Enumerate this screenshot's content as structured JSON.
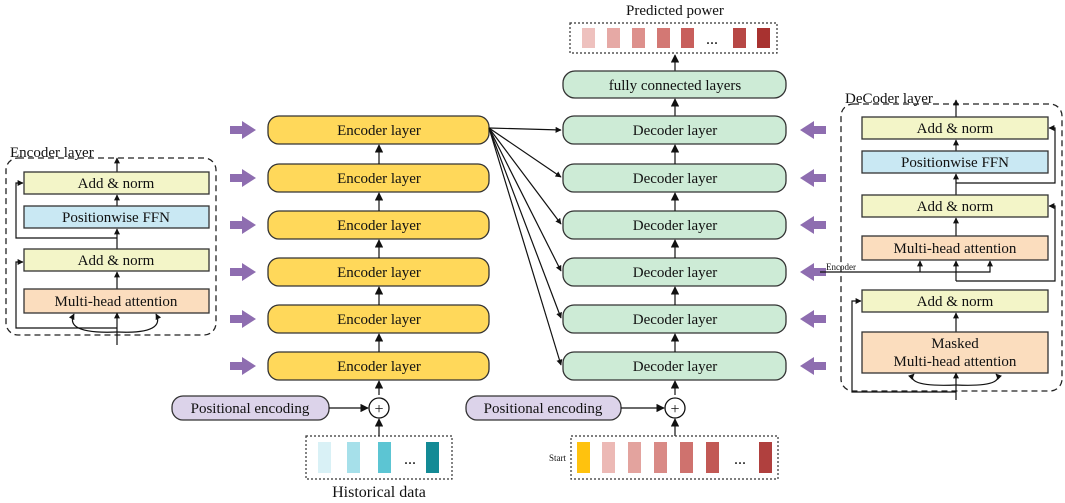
{
  "labels": {
    "predicted_power": "Predicted power",
    "fully_connected": "fully connected layers",
    "historical_data": "Historical data",
    "positional_encoding_left": "Positional encoding",
    "positional_encoding_right": "Positional encoding",
    "start": "Start",
    "encoder_detail_title": "Encoder layer",
    "decoder_detail_title": "DeCoder layer",
    "encoder_input_label": "Encoder",
    "ellipsis": "...",
    "plus": "+"
  },
  "encoder_stack": [
    "Encoder layer",
    "Encoder layer",
    "Encoder layer",
    "Encoder layer",
    "Encoder layer",
    "Encoder layer"
  ],
  "decoder_stack": [
    "Decoder layer",
    "Decoder layer",
    "Decoder layer",
    "Decoder layer",
    "Decoder layer",
    "Decoder layer"
  ],
  "encoder_detail": {
    "add_norm_top": "Add & norm",
    "ffn": "Positionwise FFN",
    "add_norm_bottom": "Add & norm",
    "attention": "Multi-head attention"
  },
  "decoder_detail": {
    "add_norm_top": "Add & norm",
    "ffn": "Positionwise FFN",
    "add_norm_mid": "Add & norm",
    "attention": "Multi-head attention",
    "add_norm_bottom": "Add & norm",
    "masked_line1": "Masked",
    "masked_line2": "Multi-head attention"
  },
  "colors": {
    "encoder_fill": "#FFD85A",
    "decoder_fill": "#CDEBD6",
    "add_norm_fill": "#F3F5C8",
    "ffn_fill": "#C9E8F3",
    "attention_fill": "#FBDDBE",
    "pos_enc_fill": "#DCD3EA",
    "arrow_purple": "#8E6DB0",
    "start_token": "#FFC20E",
    "history_tokens": [
      "#D9F1F6",
      "#A6E0EA",
      "#5CC5D3",
      "#138A95"
    ],
    "decoder_tokens": [
      "#ECB9B5",
      "#E3A39E",
      "#D98A86",
      "#CF726E",
      "#C25955",
      "#B0403E"
    ],
    "output_tokens": [
      "#EEC1BE",
      "#E6A9A5",
      "#DD908C",
      "#D37874",
      "#C85F5C",
      "#B74745",
      "#A83230"
    ]
  }
}
